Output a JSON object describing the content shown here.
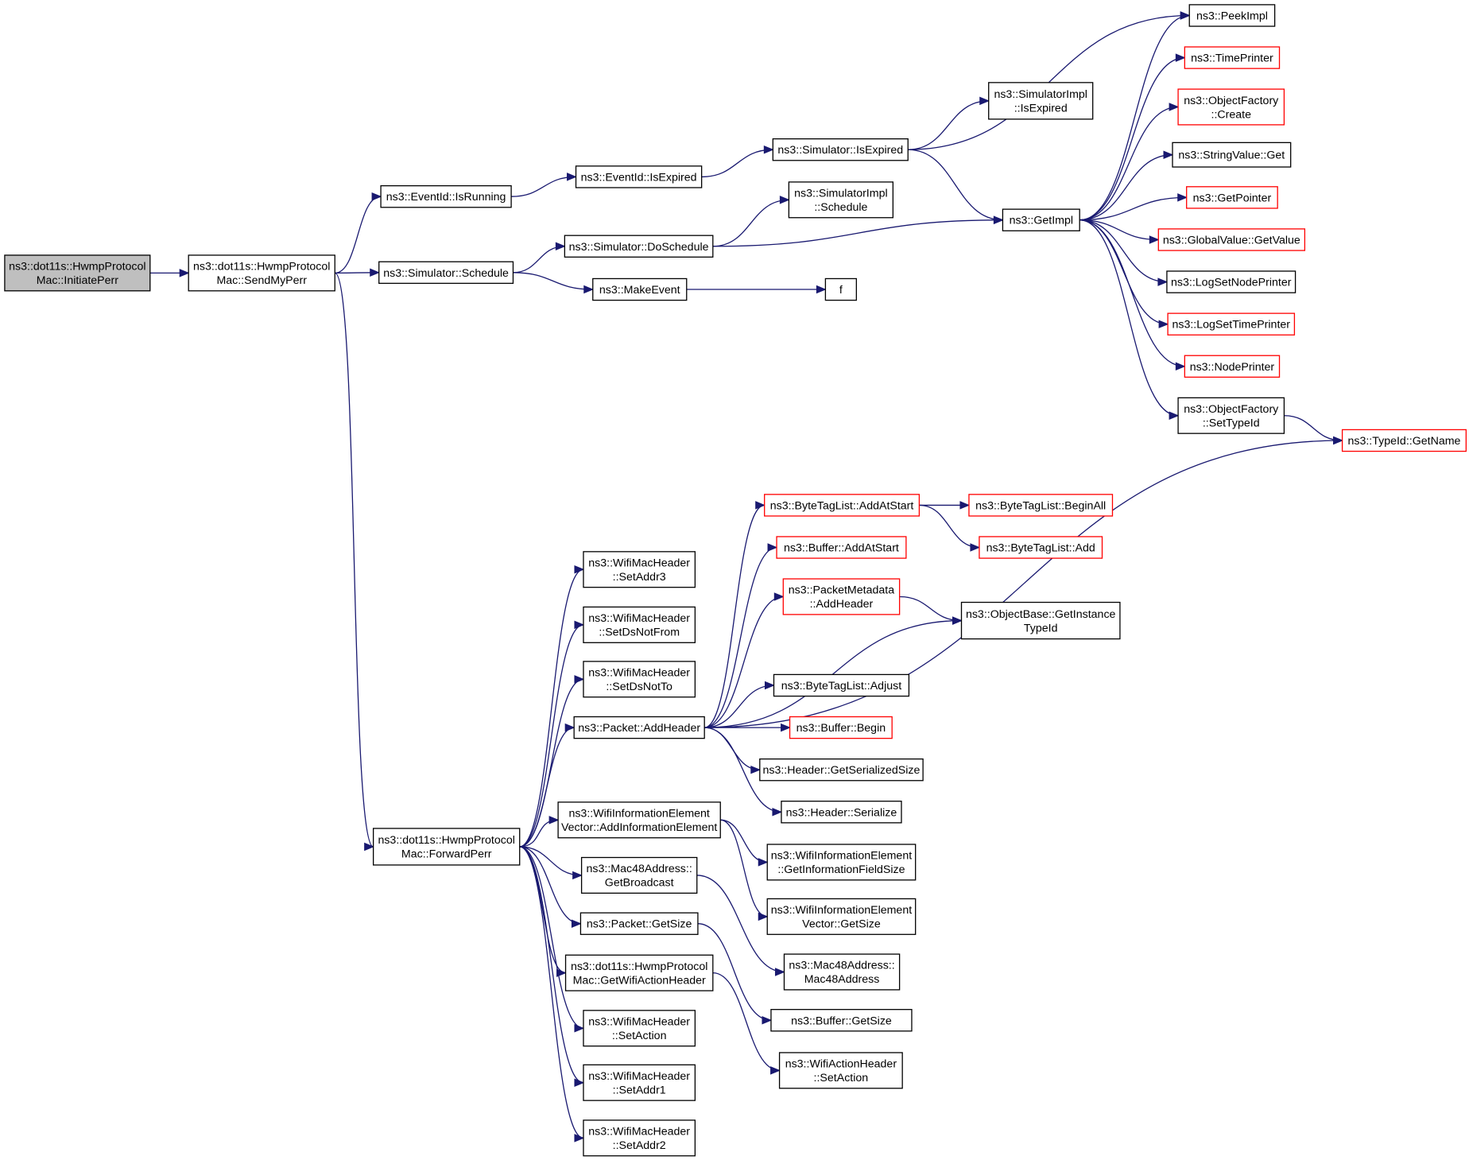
{
  "colors": {
    "edge": "#191970",
    "node_border": "#000000",
    "node_truncated_border": "#ff0000",
    "root_fill": "#bfbfbf",
    "node_fill": "#ffffff"
  },
  "nodes": [
    {
      "id": "initiate_perr",
      "lines": [
        "ns3::dot11s::HwmpProtocol",
        "Mac::InitiatePerr"
      ],
      "style": "root"
    },
    {
      "id": "send_my_perr",
      "lines": [
        "ns3::dot11s::HwmpProtocol",
        "Mac::SendMyPerr"
      ],
      "style": "normal"
    },
    {
      "id": "eventid_isrunning",
      "lines": [
        "ns3::EventId::IsRunning"
      ],
      "style": "normal"
    },
    {
      "id": "simulator_schedule",
      "lines": [
        "ns3::Simulator::Schedule"
      ],
      "style": "normal"
    },
    {
      "id": "forward_perr",
      "lines": [
        "ns3::dot11s::HwmpProtocol",
        "Mac::ForwardPerr"
      ],
      "style": "normal"
    },
    {
      "id": "eventid_isexpired",
      "lines": [
        "ns3::EventId::IsExpired"
      ],
      "style": "normal"
    },
    {
      "id": "simulator_doschedule",
      "lines": [
        "ns3::Simulator::DoSchedule"
      ],
      "style": "normal"
    },
    {
      "id": "make_event",
      "lines": [
        "ns3::MakeEvent"
      ],
      "style": "normal"
    },
    {
      "id": "simulator_isexpired",
      "lines": [
        "ns3::Simulator::IsExpired"
      ],
      "style": "normal"
    },
    {
      "id": "simimpl_isexpired",
      "lines": [
        "ns3::SimulatorImpl",
        "::IsExpired"
      ],
      "style": "normal"
    },
    {
      "id": "simimpl_schedule",
      "lines": [
        "ns3::SimulatorImpl",
        "::Schedule"
      ],
      "style": "normal"
    },
    {
      "id": "f",
      "lines": [
        "f"
      ],
      "style": "normal"
    },
    {
      "id": "getimpl",
      "lines": [
        "ns3::GetImpl"
      ],
      "style": "normal"
    },
    {
      "id": "peekimpl",
      "lines": [
        "ns3::PeekImpl"
      ],
      "style": "normal"
    },
    {
      "id": "timeprinter",
      "lines": [
        "ns3::TimePrinter"
      ],
      "style": "truncated"
    },
    {
      "id": "objfactory_create",
      "lines": [
        "ns3::ObjectFactory",
        "::Create"
      ],
      "style": "truncated"
    },
    {
      "id": "stringvalue_get",
      "lines": [
        "ns3::StringValue::Get"
      ],
      "style": "normal"
    },
    {
      "id": "getpointer",
      "lines": [
        "ns3::GetPointer"
      ],
      "style": "truncated"
    },
    {
      "id": "globalvalue_getvalue",
      "lines": [
        "ns3::GlobalValue::GetValue"
      ],
      "style": "truncated"
    },
    {
      "id": "logsetnodeprinter",
      "lines": [
        "ns3::LogSetNodePrinter"
      ],
      "style": "normal"
    },
    {
      "id": "logsettimeprinter",
      "lines": [
        "ns3::LogSetTimePrinter"
      ],
      "style": "truncated"
    },
    {
      "id": "nodeprinter",
      "lines": [
        "ns3::NodePrinter"
      ],
      "style": "truncated"
    },
    {
      "id": "objfactory_settypeid",
      "lines": [
        "ns3::ObjectFactory",
        "::SetTypeId"
      ],
      "style": "normal"
    },
    {
      "id": "typeid_getname",
      "lines": [
        "ns3::TypeId::GetName"
      ],
      "style": "truncated"
    },
    {
      "id": "wmh_setaddr3",
      "lines": [
        "ns3::WifiMacHeader",
        "::SetAddr3"
      ],
      "style": "normal"
    },
    {
      "id": "wmh_setdsnotfrom",
      "lines": [
        "ns3::WifiMacHeader",
        "::SetDsNotFrom"
      ],
      "style": "normal"
    },
    {
      "id": "wmh_setdsnotto",
      "lines": [
        "ns3::WifiMacHeader",
        "::SetDsNotTo"
      ],
      "style": "normal"
    },
    {
      "id": "packet_addheader",
      "lines": [
        "ns3::Packet::AddHeader"
      ],
      "style": "normal"
    },
    {
      "id": "wie_addinfo",
      "lines": [
        "ns3::WifiInformationElement",
        "Vector::AddInformationElement"
      ],
      "style": "normal"
    },
    {
      "id": "mac48_getbroadcast",
      "lines": [
        "ns3::Mac48Address::",
        "GetBroadcast"
      ],
      "style": "normal"
    },
    {
      "id": "packet_getsize",
      "lines": [
        "ns3::Packet::GetSize"
      ],
      "style": "normal"
    },
    {
      "id": "hwmp_getwifiactionheader",
      "lines": [
        "ns3::dot11s::HwmpProtocol",
        "Mac::GetWifiActionHeader"
      ],
      "style": "normal"
    },
    {
      "id": "wmh_setaction",
      "lines": [
        "ns3::WifiMacHeader",
        "::SetAction"
      ],
      "style": "normal"
    },
    {
      "id": "wmh_setaddr1",
      "lines": [
        "ns3::WifiMacHeader",
        "::SetAddr1"
      ],
      "style": "normal"
    },
    {
      "id": "wmh_setaddr2",
      "lines": [
        "ns3::WifiMacHeader",
        "::SetAddr2"
      ],
      "style": "normal"
    },
    {
      "id": "btl_addatstart",
      "lines": [
        "ns3::ByteTagList::AddAtStart"
      ],
      "style": "truncated"
    },
    {
      "id": "buffer_addatstart",
      "lines": [
        "ns3::Buffer::AddAtStart"
      ],
      "style": "truncated"
    },
    {
      "id": "pm_addheader",
      "lines": [
        "ns3::PacketMetadata",
        "::AddHeader"
      ],
      "style": "truncated"
    },
    {
      "id": "btl_adjust",
      "lines": [
        "ns3::ByteTagList::Adjust"
      ],
      "style": "normal"
    },
    {
      "id": "buffer_begin",
      "lines": [
        "ns3::Buffer::Begin"
      ],
      "style": "truncated"
    },
    {
      "id": "header_getserializedsize",
      "lines": [
        "ns3::Header::GetSerializedSize"
      ],
      "style": "normal"
    },
    {
      "id": "header_serialize",
      "lines": [
        "ns3::Header::Serialize"
      ],
      "style": "normal"
    },
    {
      "id": "wie_getinfofieldsize",
      "lines": [
        "ns3::WifiInformationElement",
        "::GetInformationFieldSize"
      ],
      "style": "normal"
    },
    {
      "id": "wie_getsize",
      "lines": [
        "ns3::WifiInformationElement",
        "Vector::GetSize"
      ],
      "style": "normal"
    },
    {
      "id": "mac48_mac48address",
      "lines": [
        "ns3::Mac48Address::",
        "Mac48Address"
      ],
      "style": "normal"
    },
    {
      "id": "buffer_getsize",
      "lines": [
        "ns3::Buffer::GetSize"
      ],
      "style": "normal"
    },
    {
      "id": "wah_setaction",
      "lines": [
        "ns3::WifiActionHeader",
        "::SetAction"
      ],
      "style": "normal"
    },
    {
      "id": "btl_beginall",
      "lines": [
        "ns3::ByteTagList::BeginAll"
      ],
      "style": "truncated"
    },
    {
      "id": "btl_add",
      "lines": [
        "ns3::ByteTagList::Add"
      ],
      "style": "truncated"
    },
    {
      "id": "objbase_getinstancetypeid",
      "lines": [
        "ns3::ObjectBase::GetInstance",
        "TypeId"
      ],
      "style": "normal"
    }
  ],
  "edges": [
    [
      "initiate_perr",
      "send_my_perr"
    ],
    [
      "send_my_perr",
      "eventid_isrunning"
    ],
    [
      "send_my_perr",
      "simulator_schedule"
    ],
    [
      "send_my_perr",
      "forward_perr"
    ],
    [
      "eventid_isrunning",
      "eventid_isexpired"
    ],
    [
      "eventid_isexpired",
      "simulator_isexpired"
    ],
    [
      "simulator_isexpired",
      "simimpl_isexpired"
    ],
    [
      "simulator_isexpired",
      "getimpl"
    ],
    [
      "simulator_isexpired",
      "peekimpl"
    ],
    [
      "simulator_schedule",
      "simulator_doschedule"
    ],
    [
      "simulator_schedule",
      "make_event"
    ],
    [
      "simulator_doschedule",
      "simimpl_schedule"
    ],
    [
      "simulator_doschedule",
      "getimpl"
    ],
    [
      "make_event",
      "f"
    ],
    [
      "getimpl",
      "peekimpl"
    ],
    [
      "getimpl",
      "timeprinter"
    ],
    [
      "getimpl",
      "objfactory_create"
    ],
    [
      "getimpl",
      "stringvalue_get"
    ],
    [
      "getimpl",
      "getpointer"
    ],
    [
      "getimpl",
      "globalvalue_getvalue"
    ],
    [
      "getimpl",
      "logsetnodeprinter"
    ],
    [
      "getimpl",
      "logsettimeprinter"
    ],
    [
      "getimpl",
      "nodeprinter"
    ],
    [
      "getimpl",
      "objfactory_settypeid"
    ],
    [
      "objfactory_settypeid",
      "typeid_getname"
    ],
    [
      "forward_perr",
      "wmh_setaddr3"
    ],
    [
      "forward_perr",
      "wmh_setdsnotfrom"
    ],
    [
      "forward_perr",
      "wmh_setdsnotto"
    ],
    [
      "forward_perr",
      "packet_addheader"
    ],
    [
      "forward_perr",
      "wie_addinfo"
    ],
    [
      "forward_perr",
      "mac48_getbroadcast"
    ],
    [
      "forward_perr",
      "packet_getsize"
    ],
    [
      "forward_perr",
      "hwmp_getwifiactionheader"
    ],
    [
      "forward_perr",
      "wmh_setaction"
    ],
    [
      "forward_perr",
      "wmh_setaddr1"
    ],
    [
      "forward_perr",
      "wmh_setaddr2"
    ],
    [
      "packet_addheader",
      "btl_addatstart"
    ],
    [
      "packet_addheader",
      "buffer_addatstart"
    ],
    [
      "packet_addheader",
      "pm_addheader"
    ],
    [
      "packet_addheader",
      "objbase_getinstancetypeid"
    ],
    [
      "packet_addheader",
      "btl_adjust"
    ],
    [
      "packet_addheader",
      "buffer_begin"
    ],
    [
      "packet_addheader",
      "header_getserializedsize"
    ],
    [
      "packet_addheader",
      "header_serialize"
    ],
    [
      "packet_addheader",
      "typeid_getname"
    ],
    [
      "btl_addatstart",
      "btl_beginall"
    ],
    [
      "btl_addatstart",
      "btl_add"
    ],
    [
      "pm_addheader",
      "objbase_getinstancetypeid"
    ],
    [
      "wie_addinfo",
      "wie_getinfofieldsize"
    ],
    [
      "wie_addinfo",
      "wie_getsize"
    ],
    [
      "mac48_getbroadcast",
      "mac48_mac48address"
    ],
    [
      "packet_getsize",
      "buffer_getsize"
    ],
    [
      "hwmp_getwifiactionheader",
      "wah_setaction"
    ]
  ]
}
